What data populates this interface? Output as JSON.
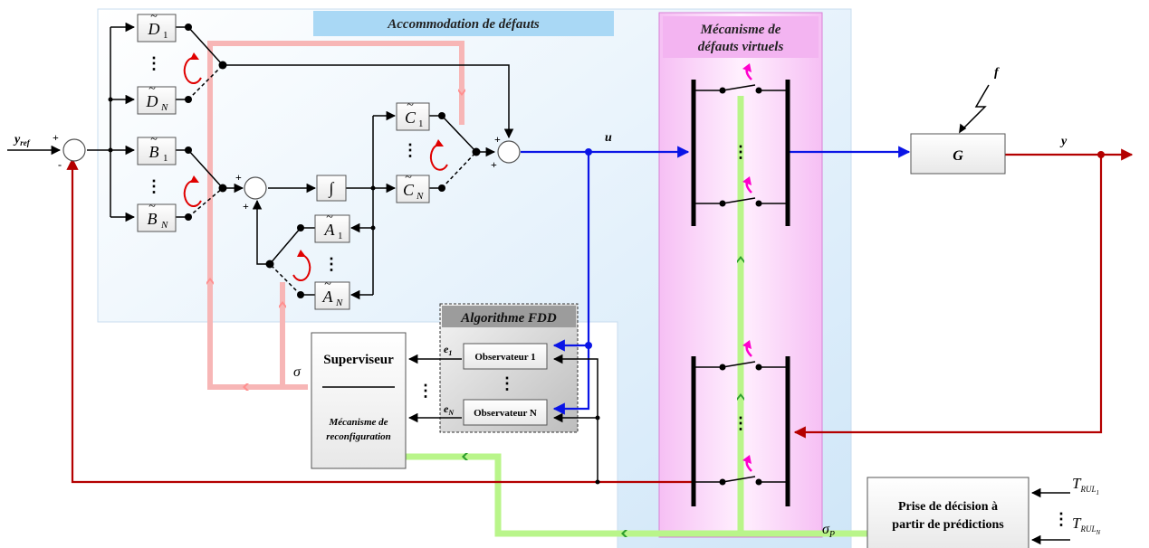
{
  "panels": {
    "accommodation_title": "Accommodation de défauts",
    "virtual_title_line1": "Mécanisme de",
    "virtual_title_line2": "défauts virtuels",
    "fdd_title": "Algorithme FDD"
  },
  "blocks": {
    "D1": {
      "letter": "D",
      "sub": "1"
    },
    "DN": {
      "letter": "D",
      "sub": "N"
    },
    "B1": {
      "letter": "B",
      "sub": "1"
    },
    "BN": {
      "letter": "B",
      "sub": "N"
    },
    "C1": {
      "letter": "C",
      "sub": "1"
    },
    "CN": {
      "letter": "C",
      "sub": "N"
    },
    "A1": {
      "letter": "A",
      "sub": "1"
    },
    "AN": {
      "letter": "A",
      "sub": "N"
    },
    "tilde": "~",
    "integrator": "∫",
    "plant": "G",
    "observer1": "Observateur 1",
    "observerN": "Observateur N",
    "supervisor_title": "Superviseur",
    "reconfig_line1": "Mécanisme de",
    "reconfig_line2": "reconfiguration",
    "decision_line1": "Prise de décision à",
    "decision_line2": "partir de prédictions"
  },
  "signals": {
    "yref_main": "y",
    "yref_sub": "ref",
    "u": "u",
    "y": "y",
    "f": "f",
    "sigma": "σ",
    "sigmaP_main": "σ",
    "sigmaP_sub": "P",
    "e1_main": "e",
    "e1_sub": "1",
    "eN_main": "e",
    "eN_sub": "N",
    "trul1_main": "T",
    "trul1_sub": "RUL",
    "trul1_subsub": "1",
    "trulN_main": "T",
    "trulN_sub": "RUL",
    "trulN_subsub": "N"
  },
  "symbols": {
    "plus": "+",
    "minus": "-",
    "vdots": "⋮"
  },
  "colors": {
    "accommodation_panel": "#dceefb",
    "accommodation_title_bg": "#a9d8f5",
    "virtual_panel": "#f7c8f5",
    "virtual_title_bg": "#f3b4f1",
    "fdd_panel": "#e0e0e0",
    "red_signal": "#b40000",
    "blue_signal": "#0a14e6",
    "pink_signal": "#f7b6b6",
    "green_signal": "#b9f58a",
    "magenta_arrow": "#ff00cc"
  }
}
